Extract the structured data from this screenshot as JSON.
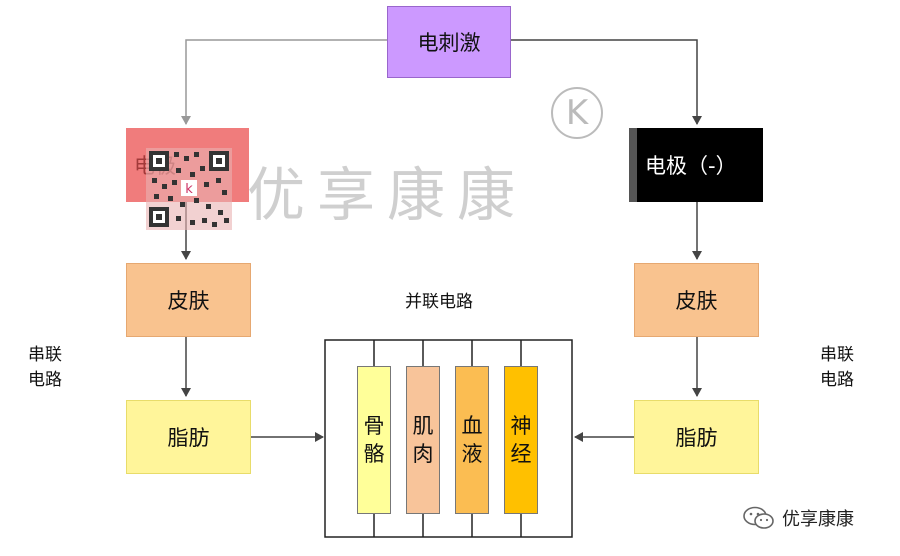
{
  "stimulus": "电刺激",
  "electrode_positive": "电极",
  "electrode_negative": "电极（-）",
  "left": {
    "skin": "皮肤",
    "fat": "脂肪"
  },
  "right": {
    "skin": "皮肤",
    "fat": "脂肪"
  },
  "series_label_left": "串联电路",
  "series_label_right": "串联电路",
  "parallel_label": "并联电路",
  "tissues": [
    {
      "name": "骨骼",
      "color": "#ffff99"
    },
    {
      "name": "肌肉",
      "color": "#f8c49a"
    },
    {
      "name": "血液",
      "color": "#fbbd52"
    },
    {
      "name": "神经",
      "color": "#ffc000"
    }
  ],
  "watermark_text": "优享康康",
  "watermark_logo": "K",
  "wechat_account": "优享康康",
  "icons": {
    "wechat": "wechat-icon",
    "qr": "qr-code-icon"
  }
}
